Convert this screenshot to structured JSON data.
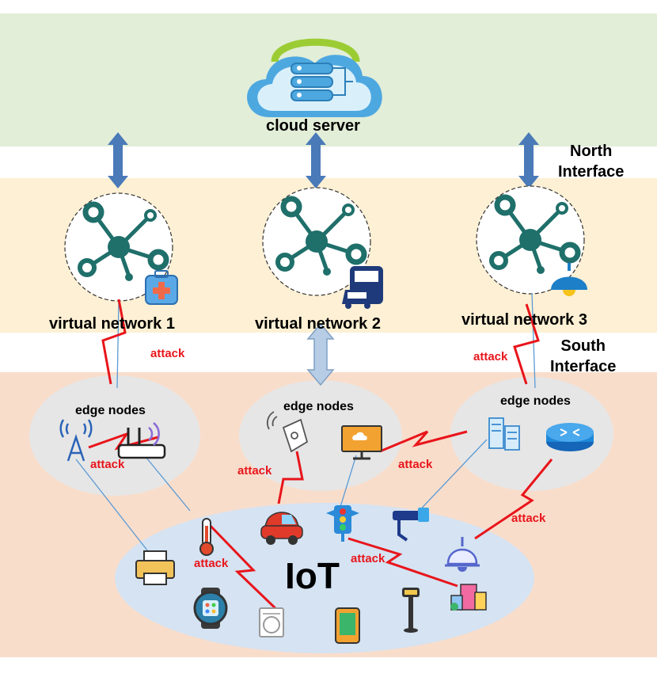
{
  "layers": {
    "cloud": {
      "label": "cloud server",
      "color": "#e2eed8"
    },
    "virtual": {
      "color": "#fdf0d4"
    },
    "iot": {
      "color": "#f9ddcb"
    }
  },
  "interfaces": {
    "north": [
      "North",
      "Interface"
    ],
    "south": [
      "South",
      "Interface"
    ]
  },
  "virtual_networks": [
    {
      "label": "virtual network 1",
      "icon": "medical-kit-icon"
    },
    {
      "label": "virtual network 2",
      "icon": "vehicles-icon"
    },
    {
      "label": "virtual network 3",
      "icon": "ceiling-lamp-icon"
    }
  ],
  "edge_clusters": [
    {
      "label": "edge nodes",
      "devices": [
        "signal-tower-icon",
        "wifi-router-icon"
      ]
    },
    {
      "label": "edge nodes",
      "devices": [
        "sensor-tag-icon",
        "monitor-icon"
      ]
    },
    {
      "label": "edge nodes",
      "devices": [
        "server-rack-icon",
        "network-router-icon"
      ]
    }
  ],
  "iot": {
    "label": "IoT",
    "devices": [
      "printer-icon",
      "thermometer-icon",
      "smartwatch-icon",
      "washing-machine-icon",
      "car-icon",
      "traffic-light-icon",
      "smartphone-icon",
      "street-lamp-icon",
      "camera-icon",
      "pendant-lamp-icon",
      "building-icon"
    ]
  },
  "attack_label": "attack",
  "colors": {
    "attack": "#e8151b",
    "arrow": "#4a7ab8",
    "hub": "#1f6f6a",
    "ellipse": "#e6e6e6",
    "iot_ellipse": "#d5e3f2"
  }
}
